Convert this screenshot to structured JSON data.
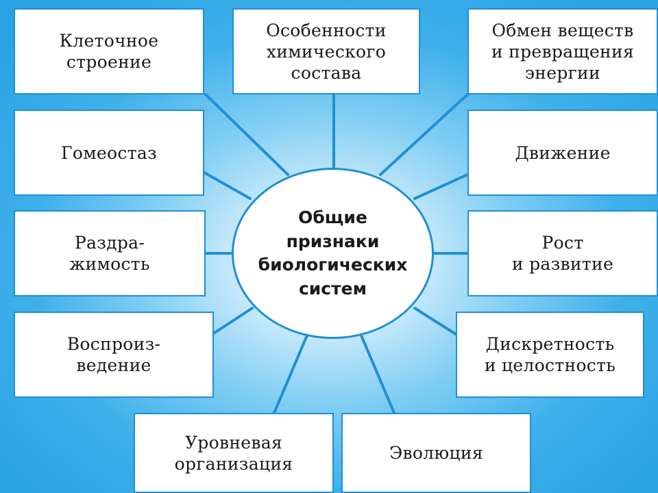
{
  "center": {
    "lines": [
      "Общие",
      "признаки",
      "биологических",
      "систем"
    ]
  },
  "boxes": {
    "cell_structure": [
      "Клеточное",
      "строение"
    ],
    "chemical_composition": [
      "Особенности",
      "химического",
      "состава"
    ],
    "metabolism": [
      "Обмен веществ",
      "и превращения",
      "энергии"
    ],
    "homeostasis": [
      "Гомеостаз"
    ],
    "movement": [
      "Движение"
    ],
    "irritability": [
      "Раздра-",
      "жимость"
    ],
    "growth": [
      "Рост",
      "и развитие"
    ],
    "reproduction": [
      "Воспроиз-",
      "ведение"
    ],
    "discreteness": [
      "Дискретность",
      "и целостность"
    ],
    "level_organization": [
      "Уровневая",
      "организация"
    ],
    "evolution": [
      "Эволюция"
    ]
  },
  "colors": {
    "background_center": "#ffffff",
    "background_edge": "#2aa3e4",
    "box_border": "#1f8fd6",
    "spoke": "#1f8fd6",
    "text": "#1a1a1a"
  }
}
